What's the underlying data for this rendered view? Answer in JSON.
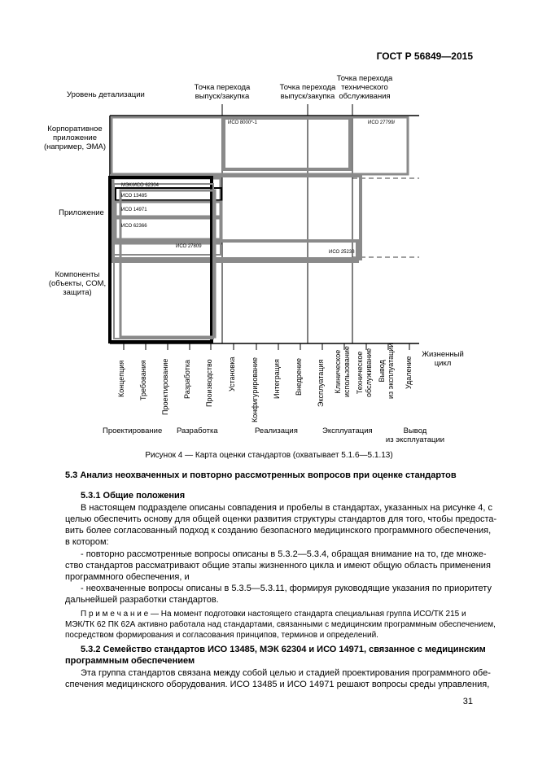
{
  "header": {
    "doc_id": "ГОСТ Р 56849—2015"
  },
  "figure": {
    "y_title": "Уровень детализации",
    "levels": [
      {
        "label": "Корпоративное\nприложение\n(например, ЭМА)"
      },
      {
        "label": "Приложение"
      },
      {
        "label": "Компоненты\n(объекты, COM,\nзащита)"
      }
    ],
    "transitions": [
      "Точка перехода\nвыпуск/закупка",
      "Точка перехода\nвыпуск/закупка",
      "Точка перехода\nтехнического\nобслуживания"
    ],
    "standards": [
      "МЭК/ИСО 62304",
      "ИСО 13485",
      "ИСО 14971",
      "ИСО 62366",
      "ИСО 27809",
      "ИСО 25238",
      "ИСО 8000*-1",
      "ИСО 27799/"
    ],
    "lifecycle_label": "Жизненный\nцикл",
    "stages": [
      "Концепция",
      "Требования",
      "Проектирование",
      "Разработка",
      "Производство",
      "Установка",
      "Конфигурирование",
      "Интеграция",
      "Внедрение",
      "Эксплуатация",
      "Клиническое\nиспользование",
      "Техническое\nобслуживание",
      "Вывод\nиз эксплуатации",
      "Удаление"
    ],
    "phases": [
      "Проектирование",
      "Разработка",
      "Реализация",
      "Эксплуатация",
      "Вывод\nиз эксплуатации"
    ],
    "caption": "Рисунок 4 — Карта оценки стандартов (охватывает 5.1.6—5.1.13)"
  },
  "section_5_3": {
    "title": "5.3 Анализ неохваченных и повторно рассмотренных вопросов при оценке стандартов",
    "sub_title": "5.3.1 Общие положения",
    "lines": [
      "В настоящем подразделе описаны совпадения и пробелы в стандартах, указанных на рисунке 4, с",
      "целью обеспечить основу для общей оценки развития структуры стандартов для того, чтобы предоста-",
      "вить более согласованный подход к созданию безопасного медицинского программного обеспечения,",
      "в котором:",
      "- повторно рассмотренные вопросы описаны в 5.3.2—5.3.4, обращая внимание на то, где множе-",
      "ство стандартов рассматривают общие этапы жизненного цикла и имеют общую область применения",
      "программного обеспечения, и",
      "- неохваченные вопросы описаны в 5.3.5—5.3.11, формируя руководящие указания по приоритету",
      "дальнейшей разработки стандартов."
    ],
    "note_lines": [
      "П р и м е ч а н и е — На момент подготовки настоящего стандарта специальная группа ИСО/ТК 215 и",
      "МЭК/ТК 62 ПК 62А активно работала над стандартами, связанными с медицинским программным обеспечением,",
      "посредством формирования и согласования принципов, терминов и определений."
    ]
  },
  "section_5_3_2": {
    "title_lines": [
      "5.3.2 Семейство стандартов ИСО 13485, МЭК 62304 и ИСО 14971, связанное с медицинским",
      "программным обеспечением"
    ],
    "lines": [
      "Эта группа стандартов связана между собой целью и стадией проектирования программного обе-",
      "спечения медицинского оборудования. ИСО 13485 и ИСО 14971 решают вопросы среды управления,"
    ]
  },
  "page_number": "31"
}
